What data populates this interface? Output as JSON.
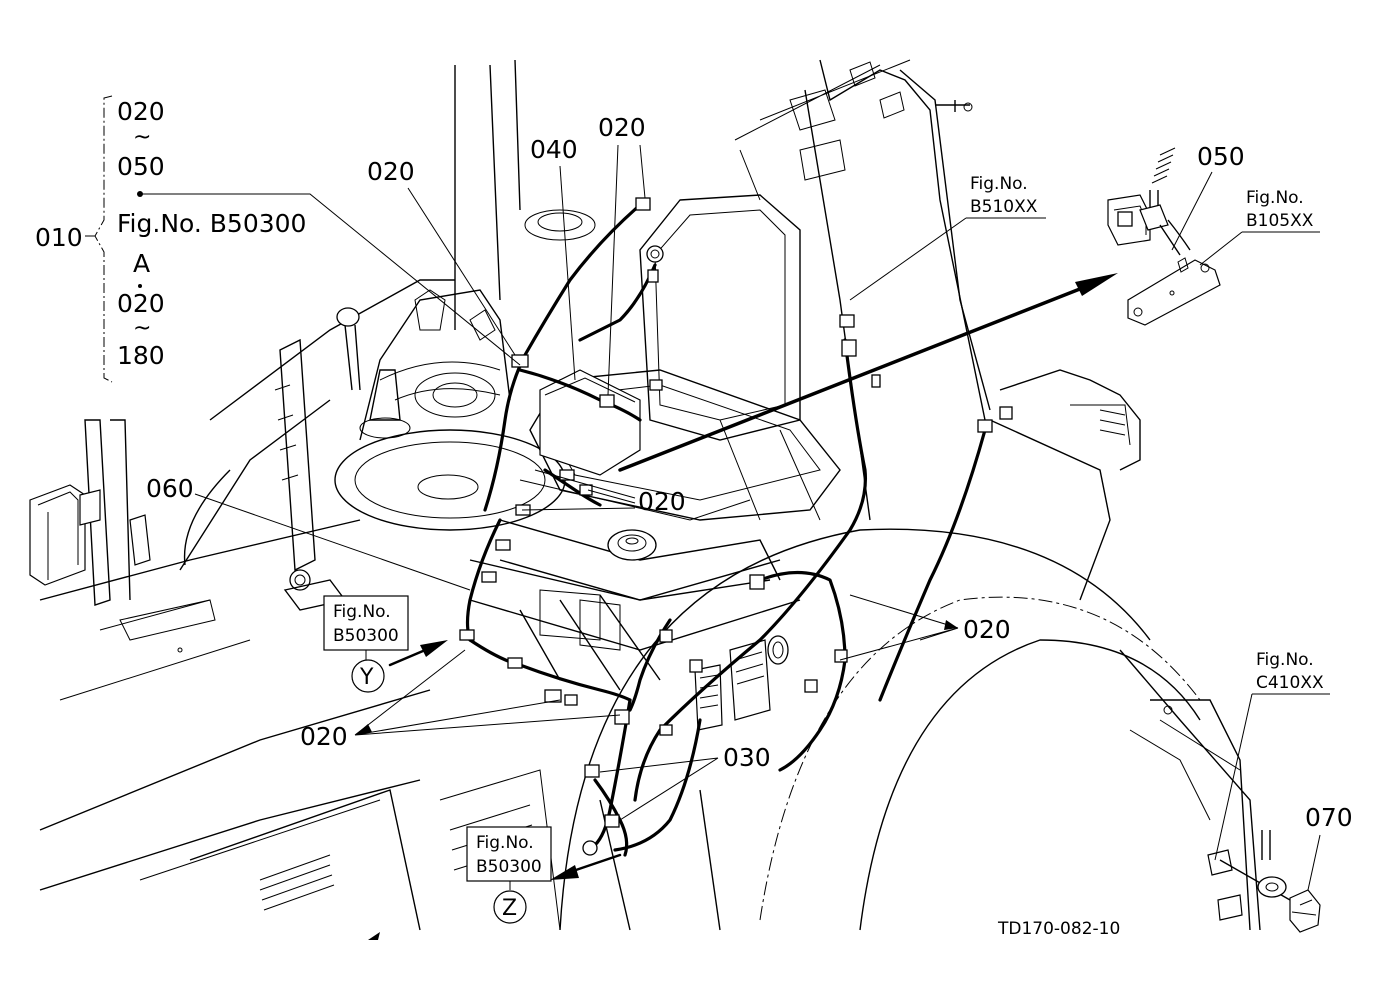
{
  "diagram": {
    "doc_code": "TD170-082-10",
    "bracket_group": {
      "main_part": "010",
      "lines": [
        "020",
        "~",
        "050",
        "Fig.No. B50300",
        "A",
        "020",
        "~",
        "180"
      ]
    },
    "callouts": {
      "c020_seat_left": "020",
      "c040": "040",
      "c020_seat_top": "020",
      "c020_center": "020",
      "c060": "060",
      "c020_right": "020",
      "c020_bottom": "020",
      "c030": "030",
      "c050": "050",
      "c070": "070"
    },
    "fig_refs": {
      "b510": {
        "title": "Fig.No.",
        "code": "B510XX"
      },
      "b105": {
        "title": "Fig.No.",
        "code": "B105XX"
      },
      "c410": {
        "title": "Fig.No.",
        "code": "C410XX"
      },
      "y_ref": {
        "title": "Fig.No.",
        "code": "B50300",
        "marker": "Y"
      },
      "z_ref": {
        "title": "Fig.No.",
        "code": "B50300",
        "marker": "Z"
      }
    }
  }
}
